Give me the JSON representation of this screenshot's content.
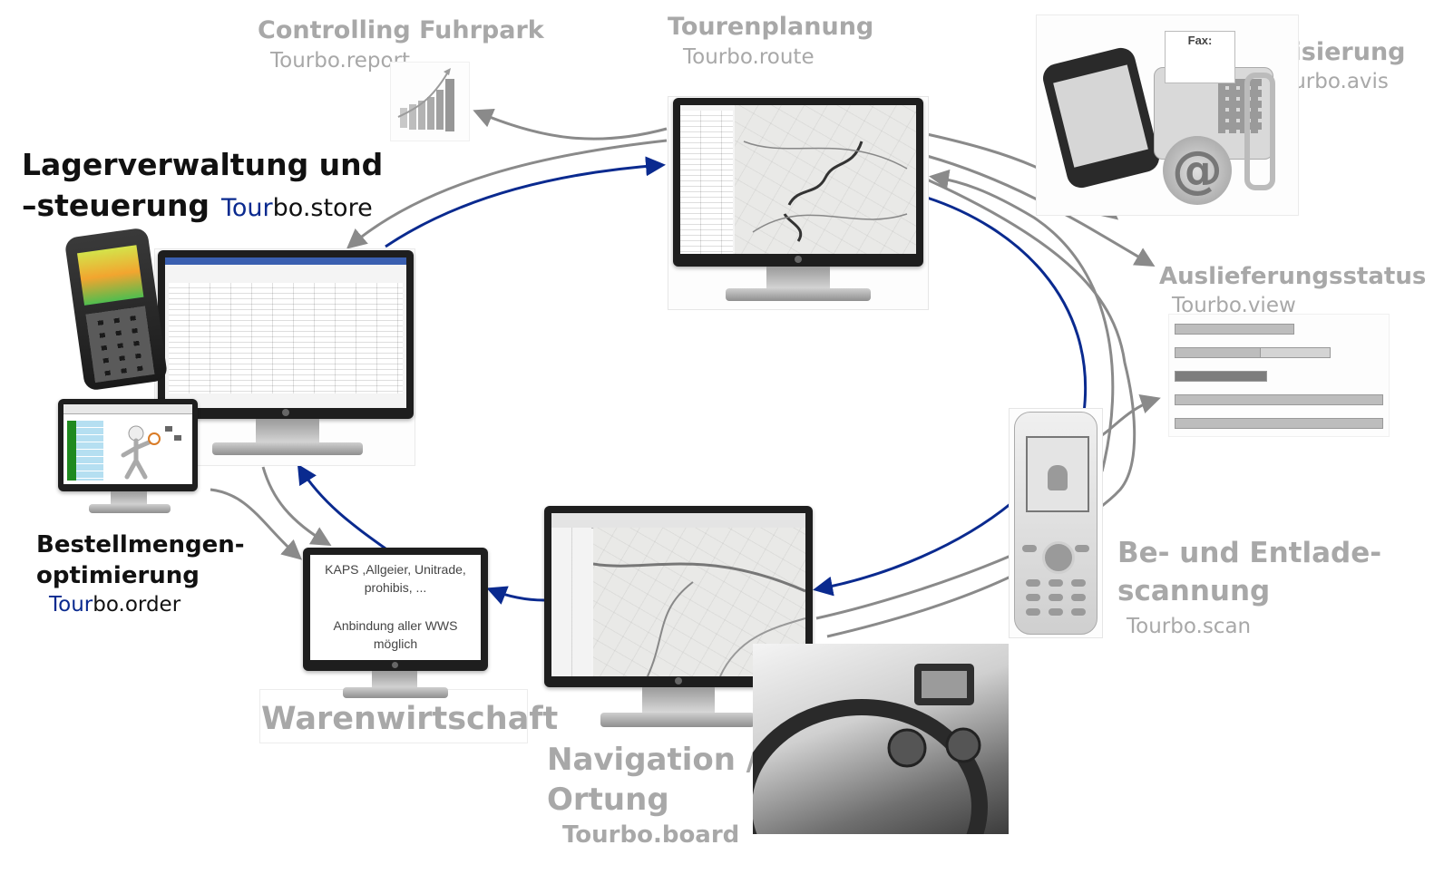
{
  "labels": {
    "store_title_1": "Lagerverwaltung und",
    "store_title_2": "–steuerung",
    "store_product_a": "Tour",
    "store_product_b": "bo.store",
    "report_title": "Controlling Fuhrpark",
    "report_product": "Tourbo.report",
    "route_title": "Tourenplanung",
    "route_product": "Tourbo.route",
    "avis_title": "Avisierung",
    "avis_product": "Tourbo.avis",
    "view_title": "Auslieferungsstatus",
    "view_product": "Tourbo.view",
    "scan_title_1": "Be- und Entlade-",
    "scan_title_2": "scannung",
    "scan_product": "Tourbo.scan",
    "board_title_1": "Navigation /",
    "board_title_2": "Ortung",
    "board_product": "Tourbo.board",
    "wws_title": "Warenwirtschaft",
    "order_title_1": "Bestellmengen-",
    "order_title_2": "optimierung",
    "order_product_a": "Tour",
    "order_product_b": "bo.order"
  },
  "wws_screen": {
    "line1": "KAPS ,Allgeier, Unitrade,",
    "line2": "prohibis, ...",
    "line3": "Anbindung aller WWS",
    "line4": "möglich"
  },
  "fax_label": "Fax:",
  "colors": {
    "grey_label": "#a8a8a8",
    "black_label": "#111111",
    "blue_accent": "#0a2a8f",
    "grey_arrow": "#8a8a8a",
    "blue_arrow": "#0a2a8f"
  }
}
